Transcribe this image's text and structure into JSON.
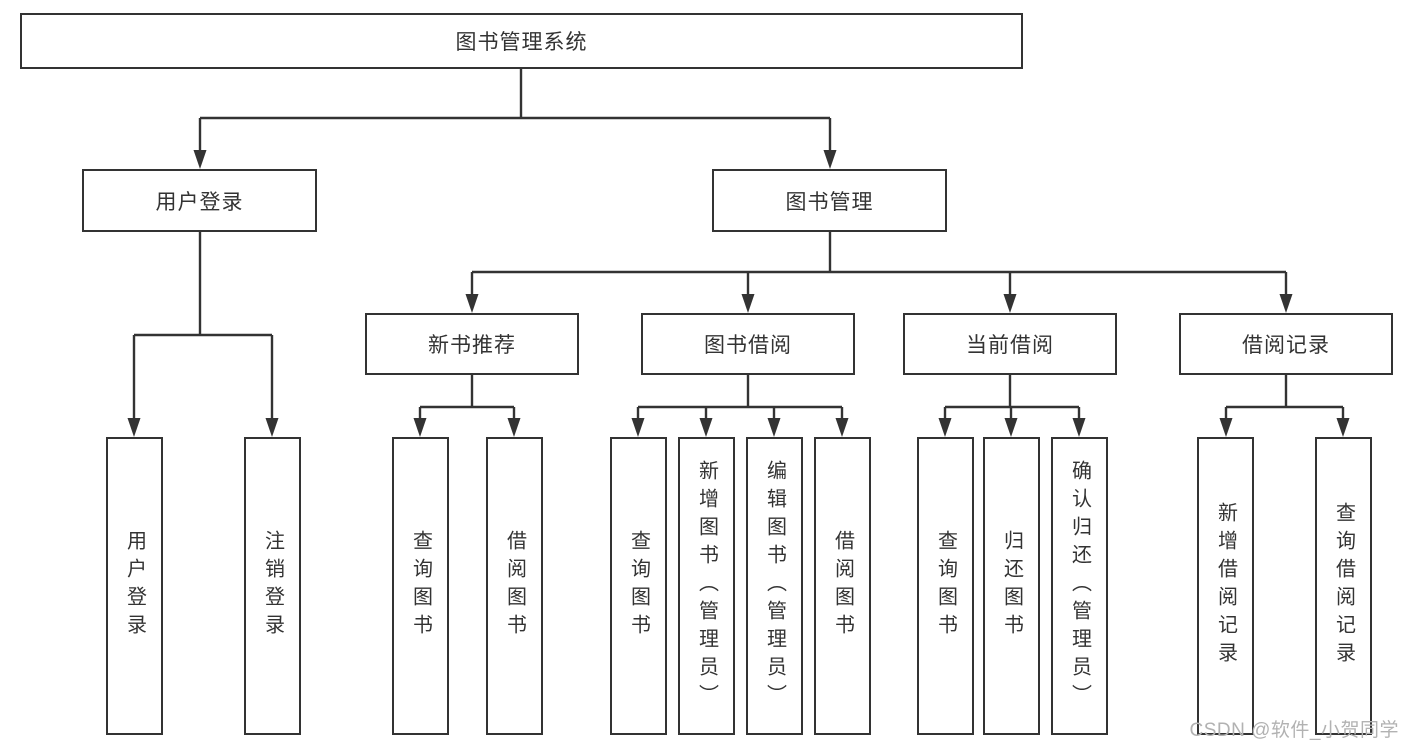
{
  "diagram": {
    "title": "图书管理系统",
    "tree": {
      "root": {
        "label": "图书管理系统"
      },
      "branches": [
        {
          "label": "用户登录",
          "children": [
            "用户登录",
            "注销登录"
          ]
        },
        {
          "label": "图书管理",
          "children": [
            {
              "label": "新书推荐",
              "children": [
                "查询图书",
                "借阅图书"
              ]
            },
            {
              "label": "图书借阅",
              "children": [
                "查询图书",
                "新增图书（管理员）",
                "编辑图书（管理员）",
                "借阅图书"
              ]
            },
            {
              "label": "当前借阅",
              "children": [
                "查询图书",
                "归还图书",
                "确认归还（管理员）"
              ]
            },
            {
              "label": "借阅记录",
              "children": [
                "新增借阅记录",
                "查询借阅记录"
              ]
            }
          ]
        }
      ]
    },
    "colors": {
      "line": "#333333",
      "text": "#333333",
      "background": "#ffffff",
      "watermark_text": "#b2b2b2"
    }
  },
  "watermark": {
    "text": "CSDN @软件_小贺同学"
  }
}
